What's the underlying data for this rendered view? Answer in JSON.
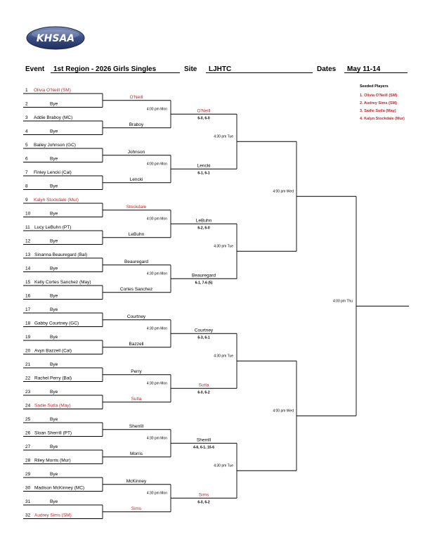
{
  "logo": {
    "text": "KHSAA"
  },
  "header": {
    "event_label": "Event",
    "event_value": "1st Region - 2026 Girls Singles",
    "site_label": "Site",
    "site_value": "LJHTC",
    "dates_label": "Dates",
    "dates_value": "May 11-14"
  },
  "seeded": {
    "title": "Seeded Players",
    "items": [
      "1. Olivia O'Neill (SM)",
      "2. Audrey Sims (SM)",
      "3. Sadie Sutla (May)",
      "4. Kalyn Stockdale (Mur)"
    ]
  },
  "colors": {
    "seed": "#c0282d",
    "line": "#000000"
  },
  "round1": [
    {
      "num": "1",
      "name": "Olivia O'Neill (SM)",
      "seed": true
    },
    {
      "num": "2",
      "name": "Bye"
    },
    {
      "num": "3",
      "name": "Addie Braboy (MC)"
    },
    {
      "num": "4",
      "name": "Bye"
    },
    {
      "num": "5",
      "name": "Bailey Johnson (GC)"
    },
    {
      "num": "6",
      "name": "Bye"
    },
    {
      "num": "7",
      "name": "Finley Lencki (Cal)"
    },
    {
      "num": "8",
      "name": "Bye"
    },
    {
      "num": "9",
      "name": "Kalyn Stockdale (Mur)",
      "seed": true
    },
    {
      "num": "10",
      "name": "Bye"
    },
    {
      "num": "11",
      "name": "Lucy LeBuhn (PT)"
    },
    {
      "num": "12",
      "name": "Bye"
    },
    {
      "num": "13",
      "name": "Sinanna Beauregard (Bal)"
    },
    {
      "num": "14",
      "name": "Bye"
    },
    {
      "num": "15",
      "name": "Kelly Cortes Sanchez (May)"
    },
    {
      "num": "16",
      "name": "Bye"
    },
    {
      "num": "17",
      "name": "Bye"
    },
    {
      "num": "18",
      "name": "Gabby Courtney (GC)"
    },
    {
      "num": "19",
      "name": "Bye"
    },
    {
      "num": "20",
      "name": "Avyn Bazzell (Cal)"
    },
    {
      "num": "21",
      "name": "Bye"
    },
    {
      "num": "22",
      "name": "Rachel Perry (Bal)"
    },
    {
      "num": "23",
      "name": "Bye"
    },
    {
      "num": "24",
      "name": "Sadie Sutla (May)",
      "seed": true
    },
    {
      "num": "25",
      "name": "Bye"
    },
    {
      "num": "26",
      "name": "Sloan Sherrill (PT)"
    },
    {
      "num": "27",
      "name": "Bye"
    },
    {
      "num": "28",
      "name": "Riley Morris (Mur)"
    },
    {
      "num": "29",
      "name": "Bye"
    },
    {
      "num": "30",
      "name": "Madison McKinney (MC)"
    },
    {
      "num": "31",
      "name": "Bye"
    },
    {
      "num": "32",
      "name": "Audrey Sims (SM)",
      "seed": true
    }
  ],
  "round2": [
    {
      "name": "O'Neill",
      "seed": true
    },
    {
      "name": "Braboy"
    },
    {
      "name": "Johnson"
    },
    {
      "name": "Lencki"
    },
    {
      "name": "Stockdale",
      "seed": true
    },
    {
      "name": "LeBuhn"
    },
    {
      "name": "Beauregard"
    },
    {
      "name": "Cortes Sanchez"
    },
    {
      "name": "Courtney"
    },
    {
      "name": "Bazzell"
    },
    {
      "name": "Perry"
    },
    {
      "name": "Sutla",
      "seed": true
    },
    {
      "name": "Sherrill"
    },
    {
      "name": "Morris"
    },
    {
      "name": "McKinney"
    },
    {
      "name": "Sims",
      "seed": true
    }
  ],
  "round3": [
    {
      "name": "O'Neill",
      "seed": true,
      "score": "6-0, 6-0",
      "time": "4:00 pm Mon"
    },
    {
      "name": "Lencki",
      "score": "6-1, 6-1",
      "time": "4:00 pm Mon"
    },
    {
      "name": "LeBuhn",
      "score": "6-2, 6-0",
      "time": "4:00 pm Mon"
    },
    {
      "name": "Beauregard",
      "score": "6-1, 7-6 (5)",
      "time": "4:30 pm Mon"
    },
    {
      "name": "Courtney",
      "score": "6-3, 6-1",
      "time": "4:30 pm Mon"
    },
    {
      "name": "Sutla",
      "seed": true,
      "score": "6-0, 6-2",
      "time": "4:30 pm Mon"
    },
    {
      "name": "Sherrill",
      "score": "4-6, 6-1, 10-6",
      "time": "4:30 pm Mon"
    },
    {
      "name": "Sims",
      "seed": true,
      "score": "6-0, 6-2",
      "time": "4:30 pm Mon"
    }
  ],
  "round4_times": [
    "4:30 pm Tue",
    "4:30 pm Tue",
    "4:30 pm Tue",
    "4:30 pm Tue"
  ],
  "round5_times": [
    "4:00 pm Wed",
    "4:00 pm Wed"
  ],
  "final_time": "4:00 pm Thu"
}
